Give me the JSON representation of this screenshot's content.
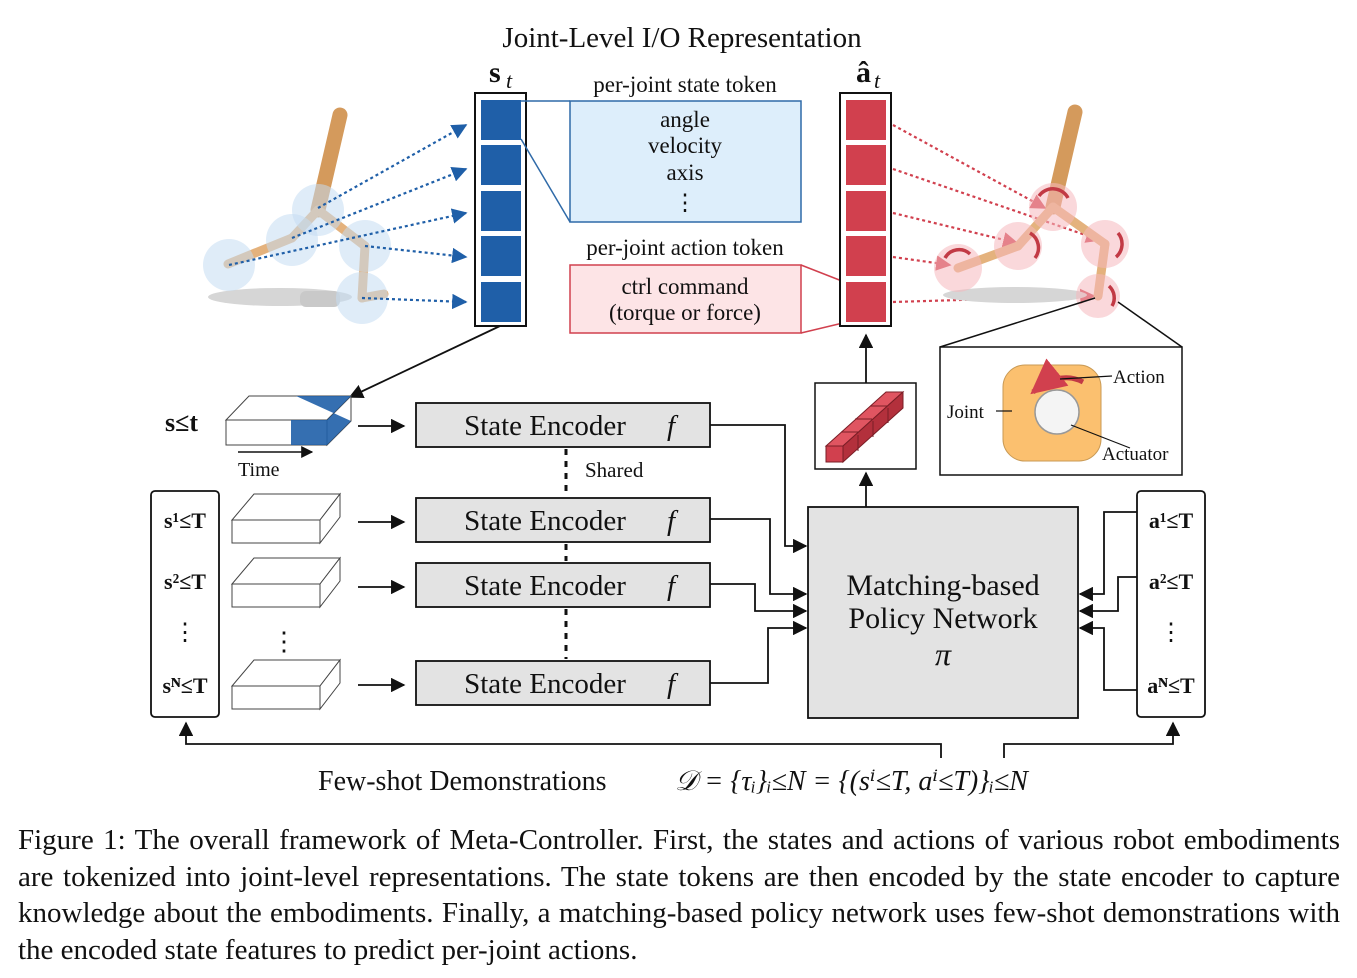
{
  "title": "Joint-Level I/O Representation",
  "state_symbol": "s",
  "state_subscript": "t",
  "action_symbol": "â",
  "action_subscript": "t",
  "state_token_header": "per-joint state token",
  "state_token_items": [
    "angle",
    "velocity",
    "axis",
    "⋮"
  ],
  "action_token_header": "per-joint action token",
  "action_token_lines": [
    "ctrl command",
    "(torque or force)"
  ],
  "history_label": "s≤t",
  "time_label": "Time",
  "encoder_label": "State Encoder",
  "encoder_symbol": "f",
  "shared_label": "Shared",
  "policy_lines": [
    "Matching-based",
    "Policy Network",
    "π"
  ],
  "demo_states": [
    "s¹≤T",
    "s²≤T",
    "⋮",
    "sᴺ≤T"
  ],
  "demo_actions": [
    "a¹≤T",
    "a²≤T",
    "⋮",
    "aᴺ≤T"
  ],
  "inset": {
    "action": "Action",
    "joint": "Joint",
    "actuator": "Actuator"
  },
  "demonstrations_label": "Few-shot Demonstrations",
  "demonstrations_formula": "𝒟 = {τᵢ}ᵢ≤N = {(sⁱ≤T, aⁱ≤T)}ᵢ≤N",
  "caption": "Figure 1: The overall framework of Meta-Controller. First, the states and actions of various robot embodiments are tokenized into joint-level representations. The state tokens are then encoded by the state encoder to capture knowledge about the embodiments. Finally, a matching-based policy network uses few-shot demonstrations with the encoded state features to predict per-joint actions.",
  "colors": {
    "state_blue": "#1f5fa8",
    "action_red": "#d1404e",
    "state_box_fill": "#ddeefb",
    "action_box_fill": "#fde4e6",
    "encoder_fill": "#e3e3e3",
    "robot_orange": "#d9a066",
    "actuator_orange": "#fbc06f"
  }
}
